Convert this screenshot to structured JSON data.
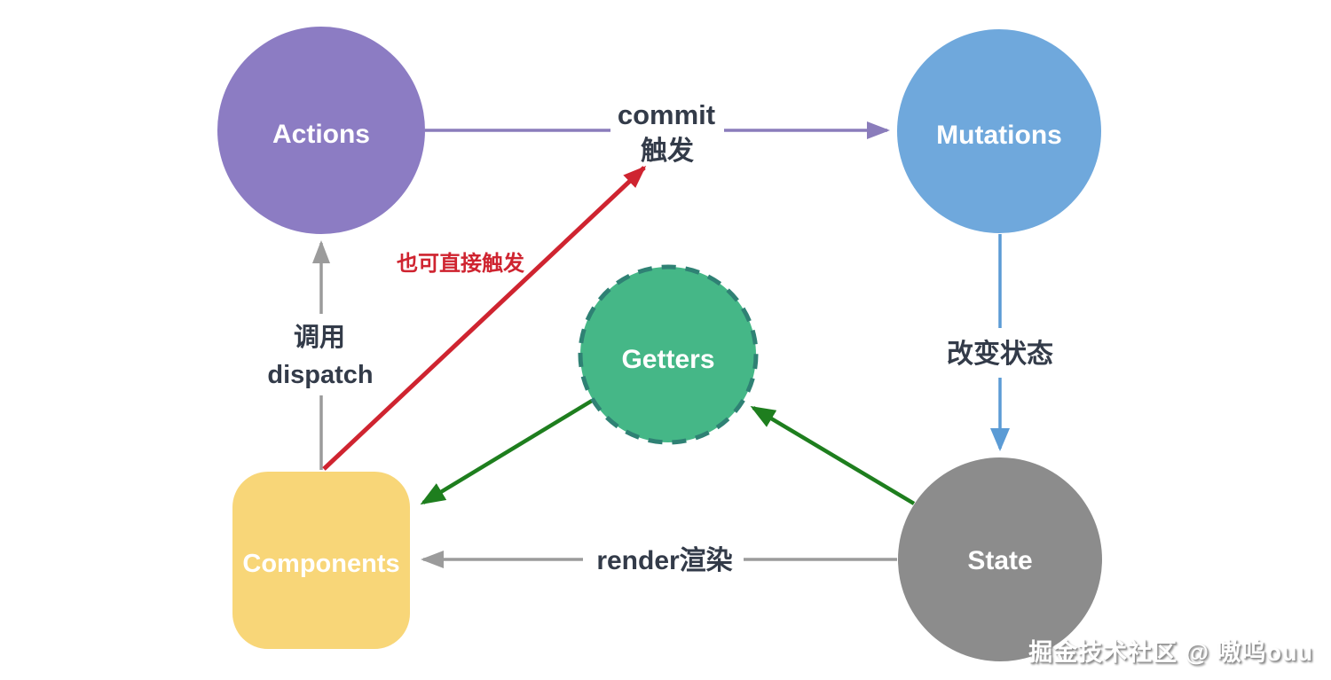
{
  "nodes": {
    "actions": {
      "label": "Actions",
      "color": "#8C7CC3"
    },
    "mutations": {
      "label": "Mutations",
      "color": "#6FA8DC"
    },
    "getters": {
      "label": "Getters",
      "fill": "#45B787",
      "border": "#2F8174"
    },
    "state": {
      "label": "State",
      "color": "#8C8C8C"
    },
    "components": {
      "label": "Components",
      "color": "#F8D678"
    }
  },
  "edges": {
    "actions_to_mutations": {
      "label_line1": "commit",
      "label_line2": "触发",
      "color": "#8A7CBB"
    },
    "components_to_actions": {
      "label_line1": "调用",
      "label_line2": "dispatch",
      "color": "#9B9B9B"
    },
    "components_to_commit": {
      "label": "也可直接触发",
      "color": "#CF2430"
    },
    "mutations_to_state": {
      "label": "改变状态",
      "color": "#5B9BD5"
    },
    "state_to_getters": {
      "color": "#1E7E1E"
    },
    "getters_to_components": {
      "color": "#1E7E1E"
    },
    "state_to_components": {
      "label": "render渲染",
      "color": "#9B9B9B"
    }
  },
  "text_colors": {
    "edge_label": "#333B49",
    "node_label": "#FFFFFF"
  },
  "watermark": {
    "text": "掘金技术社区 @ 嗷呜ouu"
  }
}
